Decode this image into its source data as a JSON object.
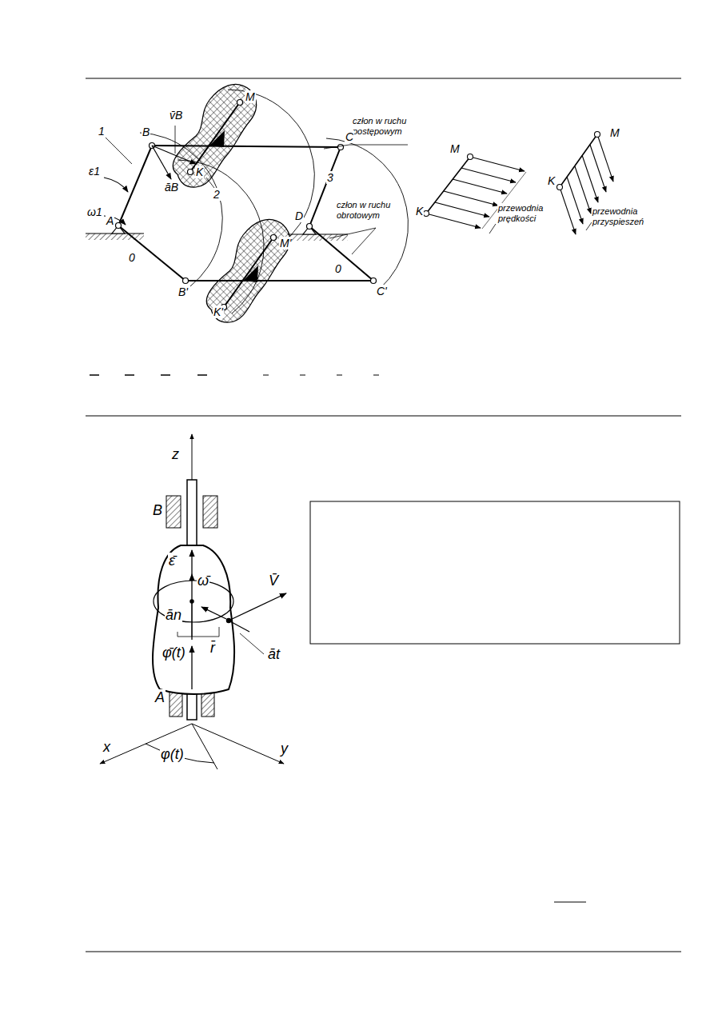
{
  "diagram": {
    "labels": [
      "v̄B",
      "B",
      "M",
      "człon w ruchu postępowym",
      "C",
      "1",
      "K",
      "ε1",
      "2",
      "3",
      "ω1",
      "āB",
      "D",
      "człon w ruchu obrotowym",
      "A",
      "0",
      "0",
      "B'",
      "M'",
      "K'",
      "C'",
      "M",
      "K",
      "przewodnia prędkości",
      "M",
      "K",
      "przewodnia przyspieszeń",
      "z",
      "B",
      "ε̄",
      "ω̄",
      "V̄",
      "ān",
      "āt",
      "r̄",
      "φ̄(t)",
      "A",
      "x",
      "φ(t)",
      "y"
    ]
  }
}
